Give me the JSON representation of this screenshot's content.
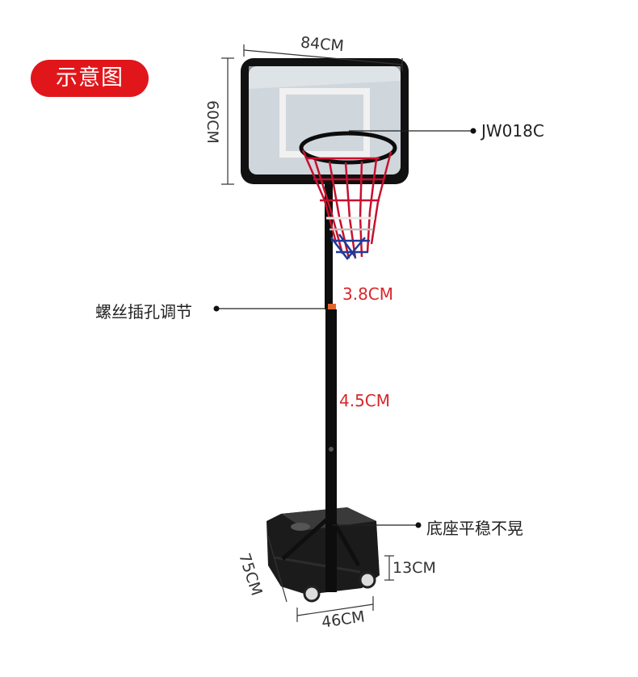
{
  "badge": {
    "text": "示意图"
  },
  "product": {
    "model": "JW018C",
    "callouts": {
      "adjust": "螺丝插孔调节",
      "base": "底座平稳不晃"
    },
    "pole_sections": {
      "upper": "3.8CM",
      "lower": "4.5CM"
    },
    "dimensions": {
      "board_width": "84CM",
      "board_height": "60CM",
      "base_length": "75CM",
      "base_width": "46CM",
      "base_height": "13CM"
    }
  },
  "colors": {
    "badge": "#e0161b",
    "accent_text": "#d8262b",
    "net_red": "#c8102e",
    "net_blue": "#1e3a9a",
    "hardware": "#141414"
  }
}
